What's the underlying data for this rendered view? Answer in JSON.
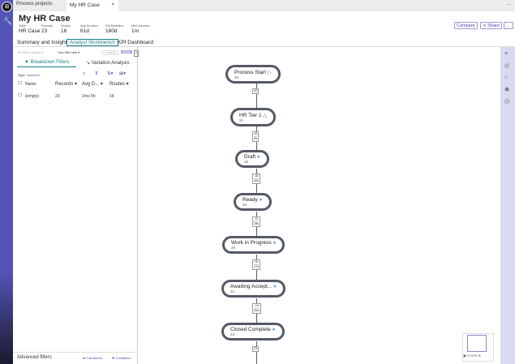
{
  "tabs": {
    "projects": "Process projects",
    "current": "My HR Case",
    "close": "×",
    "more": "…"
  },
  "header": {
    "title": "My HR Case",
    "stats": [
      {
        "label": "Table",
        "value": "HR Case"
      },
      {
        "label": "Records",
        "value": "23"
      },
      {
        "label": "Routes",
        "value": "16"
      },
      {
        "label": "Avg Duration",
        "value": "61d"
      },
      {
        "label": "Std Deviation",
        "value": "160d"
      },
      {
        "label": "Med Duration",
        "value": "1m"
      }
    ],
    "compare": "Compare",
    "share": "Share",
    "more": "…"
  },
  "subtabs": [
    "Summary and Insights",
    "Analyst Workbench",
    "KPI Dashboard"
  ],
  "filters": {
    "no_filters": "No filters applied ▾",
    "your_sets": "Your filter sets ▾",
    "clear": "Clear all",
    "apply": "Apply",
    "breakdown": "Breakdown Filters",
    "variation": "Variation Analysis"
  },
  "table": {
    "type_label": "Type",
    "type_value": "Source ▾",
    "headers": [
      "Name",
      "Records ▾",
      "Avg D... ▾",
      "Routes ▾"
    ],
    "rows": [
      {
        "name": "(empty)",
        "records": "23",
        "avg": "2mo 5h",
        "routes": "16"
      }
    ]
  },
  "footer": {
    "advanced": "Advanced filters",
    "transitions": "Transitions",
    "conditions": "Conditions"
  },
  "nodes": [
    {
      "name": "Process Start",
      "count": "23"
    },
    {
      "name": "HR Tier 1",
      "count": "21"
    },
    {
      "name": "Draft",
      "count": "16"
    },
    {
      "name": "Ready",
      "count": "20"
    },
    {
      "name": "Work in Progress",
      "count": "20"
    },
    {
      "name": "Awaiting Accept...",
      "count": "21"
    },
    {
      "name": "Closed Complete",
      "count": "23"
    }
  ],
  "edges": [
    {
      "count": "20",
      "time": ""
    },
    {
      "count": "16",
      "time": "0s"
    },
    {
      "count": "18",
      "time": "42s"
    },
    {
      "count": "11",
      "time": "28s"
    },
    {
      "count": "15",
      "time": "17s"
    },
    {
      "count": "19",
      "time": "2mo"
    },
    {
      "count": "23",
      "time": ""
    }
  ],
  "zoom": "89%"
}
